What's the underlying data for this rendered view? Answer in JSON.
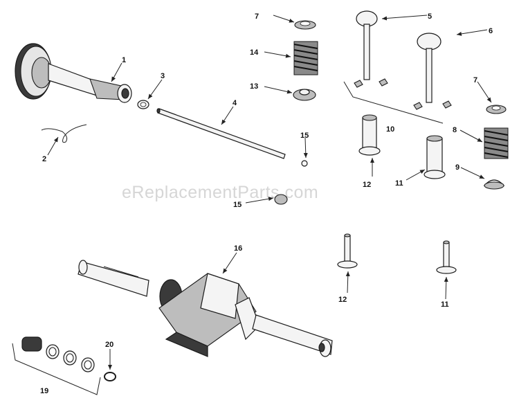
{
  "watermark": "eReplacementParts.com",
  "callouts": {
    "c1": "1",
    "c2": "2",
    "c3": "3",
    "c4": "4",
    "c5": "5",
    "c6": "6",
    "c7a": "7",
    "c7b": "7",
    "c8": "8",
    "c9": "9",
    "c10": "10",
    "c11a": "11",
    "c11b": "11",
    "c12a": "12",
    "c12b": "12",
    "c13": "13",
    "c14": "14",
    "c15a": "15",
    "c15b": "15",
    "c16": "16",
    "c19": "19",
    "c20": "20"
  }
}
